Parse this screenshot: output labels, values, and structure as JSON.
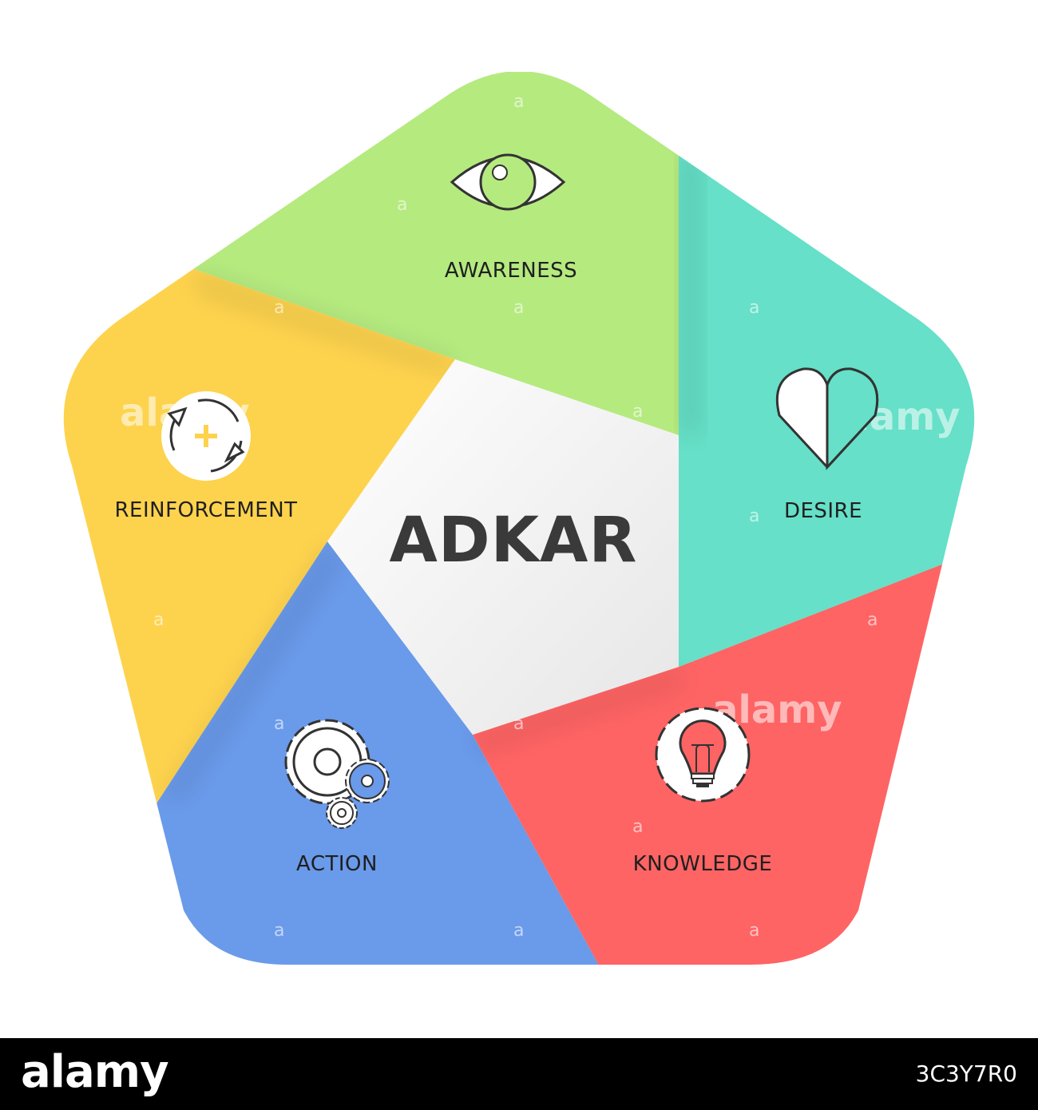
{
  "title": "ADKAR",
  "segments": [
    {
      "id": "awareness",
      "label": "AWARENESS",
      "color": "#b5ea7f",
      "icon": "eye-icon"
    },
    {
      "id": "desire",
      "label": "DESIRE",
      "color": "#66e0c8",
      "icon": "heart-icon"
    },
    {
      "id": "knowledge",
      "label": "KNOWLEDGE",
      "color": "#fe6464",
      "icon": "lightbulb-gear-icon"
    },
    {
      "id": "action",
      "label": "ACTION",
      "color": "#6a9aea",
      "icon": "gears-icon"
    },
    {
      "id": "reinforcement",
      "label": "REINFORCEMENT",
      "color": "#fdd34e",
      "icon": "cycle-plus-icon"
    }
  ],
  "watermark": {
    "text": "alamy",
    "letter": "a"
  },
  "footer": {
    "logo": "alamy",
    "image_id": "3C3Y7R0"
  }
}
